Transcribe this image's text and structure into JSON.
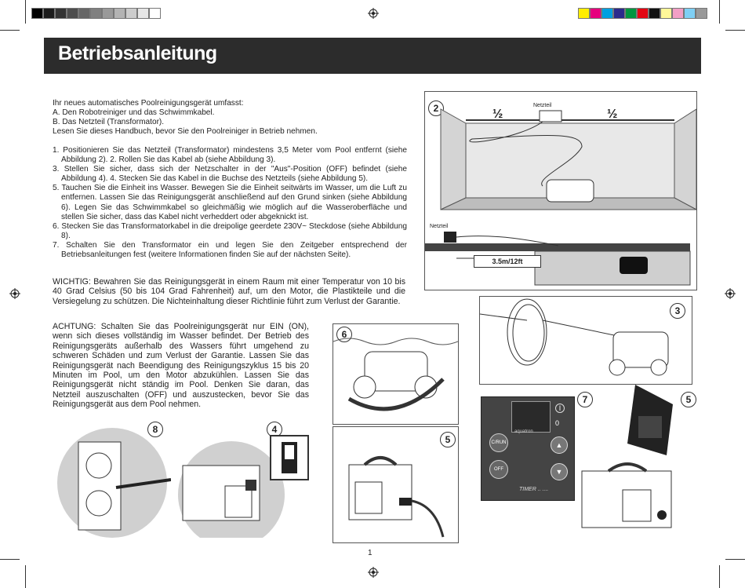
{
  "header": {
    "title": "Betriebsanleitung"
  },
  "intro": [
    "Ihr neues automatisches Poolreinigungsgerät umfasst:",
    "A. Den Robotreiniger und das Schwimmkabel.",
    "B. Das Netzteil (Transformator).",
    "Lesen Sie dieses Handbuch, bevor Sie den Poolreiniger in Betrieb nehmen."
  ],
  "steps": [
    "1. Positionieren Sie das Netzteil (Transformator) mindestens 3,5 Meter vom Pool entfernt (siehe Abbildung 2). 2. Rollen Sie das Kabel ab (siehe Abbildung 3).",
    "3. Stellen Sie sicher, dass sich der Netzschalter in der \"Aus\"-Position (OFF) befindet (siehe Abbildung 4). 4. Stecken Sie das Kabel in die Buchse des Netzteils (siehe Abbildung 5).",
    "5. Tauchen Sie die Einheit ins Wasser. Bewegen Sie die Einheit seitwärts im Wasser, um die Luft zu entfernen. Lassen Sie das Reinigungsgerät anschließend auf den Grund sinken (siehe Abbildung 6). Legen Sie das Schwimmkabel so gleichmäßig wie möglich auf die Wasseroberfläche und stellen Sie sicher, dass das Kabel nicht verheddert oder abgeknickt ist.",
    "6. Stecken Sie das Transformatorkabel in die dreipolige geerdete 230V~ Steckdose (siehe Abbildung 8).",
    "7. Schalten Sie den Transformator ein und legen Sie den Zeitgeber entsprechend der Betriebsanleitungen fest (weitere Informationen finden Sie auf der nächsten Seite)."
  ],
  "warning": "WICHTIG: Bewahren Sie das Reinigungsgerät in einem Raum mit einer Temperatur von 10 bis 40 Grad Celsius (50 bis 104 Grad Fahrenheit) auf, um den Motor, die Plastikteile und die Versiegelung zu schützen. Die Nichteinhaltung dieser Richtlinie führt zum Verlust der Garantie.",
  "caution": "ACHTUNG: Schalten Sie das Poolreinigungsgerät nur EIN (ON), wenn sich dieses vollständig im Wasser befindet. Der Betrieb des Reinigungsgeräts außerhalb des Wassers führt umgehend zu schweren Schäden und zum Verlust der Garantie. Lassen Sie das Reinigungsgerät nach Beendigung des Reinigungszyklus 15 bis 20 Minuten im Pool, um den Motor abzukühlen. Lassen Sie das Reinigungsgerät nicht ständig im Pool. Denken Sie daran, das Netzteil auszuschalten (OFF) und auszustecken, bevor Sie das Reinigungsgerät aus dem Pool nehmen.",
  "figures": {
    "fig2": {
      "number": "2",
      "half_left": "½",
      "half_right": "½",
      "label_top": "Netzteil",
      "label_side": "Netzteil",
      "distance": "3.5m/12ft"
    },
    "fig3": {
      "number": "3"
    },
    "fig4": {
      "number": "4"
    },
    "fig5a": {
      "number": "5"
    },
    "fig5b": {
      "number": "5"
    },
    "fig6": {
      "number": "6"
    },
    "fig7": {
      "number": "7",
      "btn_plus": "C/RUN",
      "btn_off": "OFF",
      "brand": "aquatron",
      "timer": "TIMER  ..  ....",
      "sym_i": "I",
      "sym_0": "0"
    },
    "fig8": {
      "number": "8"
    }
  },
  "footer": {
    "page_number": "1"
  },
  "colors": {
    "header_bg": "#2c2c2c",
    "water": "#cfcfcf"
  },
  "color_bars": {
    "grays": [
      "#000000",
      "#1c1c1c",
      "#333333",
      "#4d4d4d",
      "#666666",
      "#808080",
      "#999999",
      "#b3b3b3",
      "#cccccc",
      "#e6e6e6",
      "#ffffff"
    ],
    "process": [
      "#ffee00",
      "#e6007e",
      "#00a0e0",
      "#2b2a8c",
      "#009640",
      "#e30613",
      "#111111",
      "#fff799",
      "#f29fc5",
      "#7fcff4",
      "#999999"
    ]
  }
}
